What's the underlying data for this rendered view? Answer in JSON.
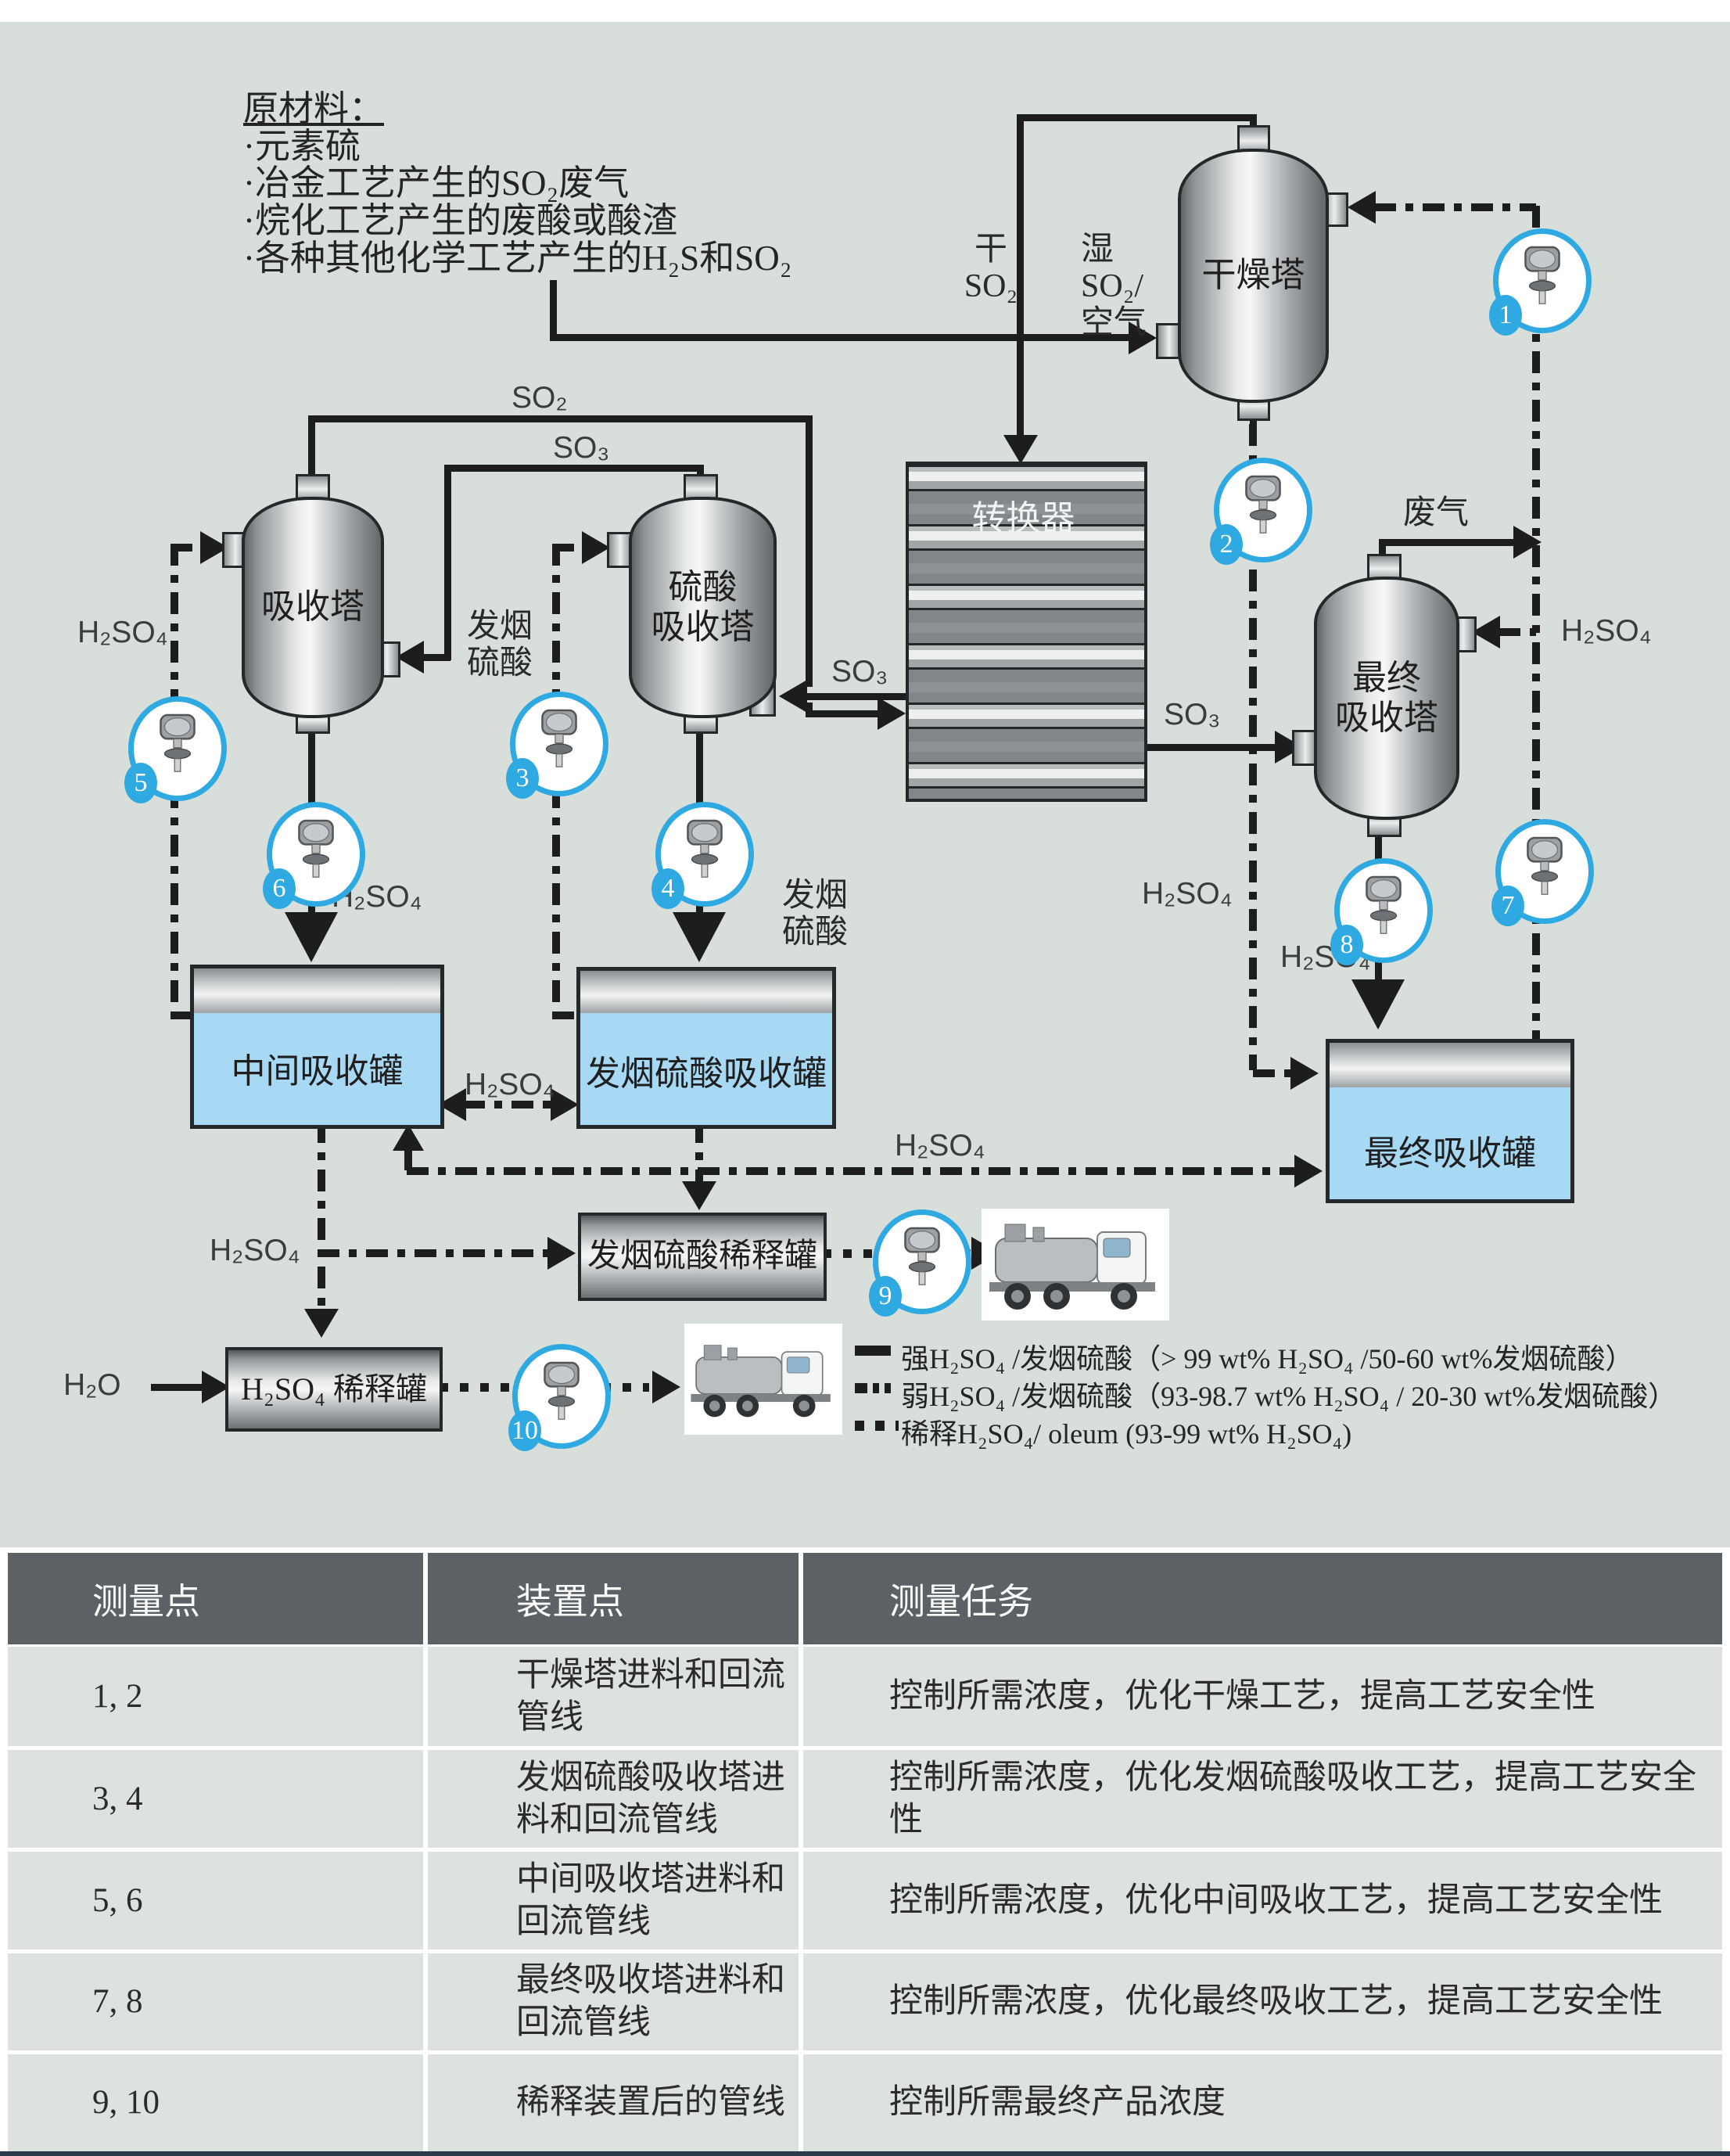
{
  "colors": {
    "background": "#d8ded9",
    "pipe": "#1d1d1d",
    "tank_fill": "#a8d9f4",
    "point_blue": "#2ea9e1",
    "table_header_bg": "#5b6165",
    "table_row_bg": "#dde2e0",
    "footer_bar": "#2b3a4a"
  },
  "raw_materials": {
    "title": "原材料：",
    "items": [
      "·元素硫",
      "·冶金工艺产生的SO₂废气",
      "·烷化工艺产生的废酸或酸渣",
      "·各种其他化学工艺产生的H₂S和SO₂"
    ]
  },
  "vessels": {
    "drying_tower": "干燥塔",
    "converter": "转换器",
    "absorber": "吸收塔",
    "acid_absorber": "硫酸\n吸收塔",
    "final_absorber": "最终\n吸收塔",
    "intermediate_tank": "中间吸收罐",
    "oleum_tank": "发烟硫酸吸收罐",
    "final_tank": "最终吸收罐",
    "oleum_dilution_tank": "发烟硫酸稀释罐",
    "h2so4_dilution_tank": "H₂SO₄ 稀释罐"
  },
  "streams": {
    "so2_top": "SO₂",
    "so3_top": "SO₃",
    "dry_so2": "干\nSO₂",
    "wet_so2_air": "湿SO₂/\n空气",
    "so3_to_acid_absorber": "SO₃",
    "so3_to_final": "SO₃",
    "waste_gas": "废气",
    "oleum_between_towers": "发烟\n硫酸",
    "oleum_feed_tank": "发烟\n硫酸",
    "h2so4_absorber_feed": "H₂SO₄",
    "h2so4_to_intermediate": "H₂SO₄",
    "h2so4_between_tanks": "H₂SO₄",
    "h2so4_final_feed": "H₂SO₄",
    "h2so4_weak_line": "H₂SO₄",
    "h2so4_to_final_tank": "H₂SO₄",
    "h2so4_long_line": "H₂SO₄",
    "h2so4_to_dilution": "H₂SO₄",
    "h2o": "H₂O"
  },
  "measurement_points": [
    "1",
    "2",
    "3",
    "4",
    "5",
    "6",
    "7",
    "8",
    "9",
    "10"
  ],
  "legend": [
    {
      "style": "solid",
      "label": "强H₂SO₄ /发烟硫酸（> 99 wt% H₂SO₄ /50-60 wt%发烟硫酸）"
    },
    {
      "style": "dash-dot",
      "label": "弱H₂SO₄ /发烟硫酸（93-98.7 wt% H₂SO₄ / 20-30 wt%发烟硫酸）"
    },
    {
      "style": "dotted",
      "label": "稀释H₂SO₄/ oleum (93-99 wt% H₂SO₄)"
    }
  ],
  "table": {
    "headers": [
      "测量点",
      "装置点",
      "测量任务"
    ],
    "rows": [
      {
        "points": "1, 2",
        "location": "干燥塔进料和回流管线",
        "task": "控制所需浓度，优化干燥工艺，提高工艺安全性"
      },
      {
        "points": "3, 4",
        "location": "发烟硫酸吸收塔进料和回流管线",
        "task": "控制所需浓度，优化发烟硫酸吸收工艺，提高工艺安全性"
      },
      {
        "points": "5, 6",
        "location": "中间吸收塔进料和回流管线",
        "task": "控制所需浓度，优化中间吸收工艺，提高工艺安全性"
      },
      {
        "points": "7, 8",
        "location": "最终吸收塔进料和回流管线",
        "task": "控制所需浓度，优化最终吸收工艺，提高工艺安全性"
      },
      {
        "points": "9, 10",
        "location": "稀释装置后的管线",
        "task": "控制所需最终产品浓度"
      }
    ]
  }
}
